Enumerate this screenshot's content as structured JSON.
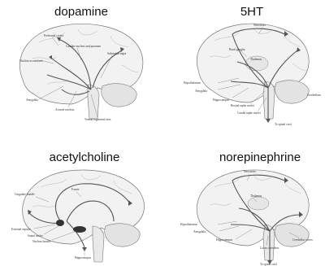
{
  "panels": {
    "dopamine": {
      "title": "dopamine",
      "labels": {
        "prefrontal_cortex": "Prefrontal cortex",
        "nucleus_accumbens": "Nucleus accumbens",
        "caudate_putamen": "Caudate nucleus and putamen",
        "substantia_nigra": "Substantia nigra",
        "amygdala": "Amygdala",
        "arcuate_nucleus": "Arcuate nucleus",
        "ventral_tegmental": "Ventral tegmental area"
      }
    },
    "serotonin": {
      "title": "5HT",
      "labels": {
        "neocortex": "Neocortex",
        "basal_ganglia": "Basal ganglia",
        "thalamus": "Thalamus",
        "hypothalamus": "Hypothalamus",
        "amygdala": "Amygdala",
        "hippocampus": "Hippocampus",
        "rostral_raphe": "Rostral raphe nuclei",
        "caudal_raphe": "Caudal raphe nuclei",
        "cerebellum": "Cerebellum",
        "spinal_cord": "To spinal cord"
      }
    },
    "acetylcholine": {
      "title": "acetylcholine",
      "labels": {
        "cingulate_bundle": "Cingulate bundle",
        "fornix": "Fornix",
        "external_capsule": "External capsule",
        "septal_nuclei": "Septal nuclei",
        "nucleus_basalis": "Nucleus basalis",
        "hippocampus": "Hippocampus"
      }
    },
    "norepinephrine": {
      "title": "norepinephrine",
      "labels": {
        "neocortex": "Neocortex",
        "thalamus": "Thalamus",
        "hypothalamus": "Hypothalamus",
        "amygdala": "Amygdala",
        "hippocampus": "Hippocampus",
        "locus_coeruleus": "Locus coeruleus",
        "cerebellar_cortex": "Cerebellar cortex",
        "spinal_cord": "To spinal cord"
      }
    }
  }
}
